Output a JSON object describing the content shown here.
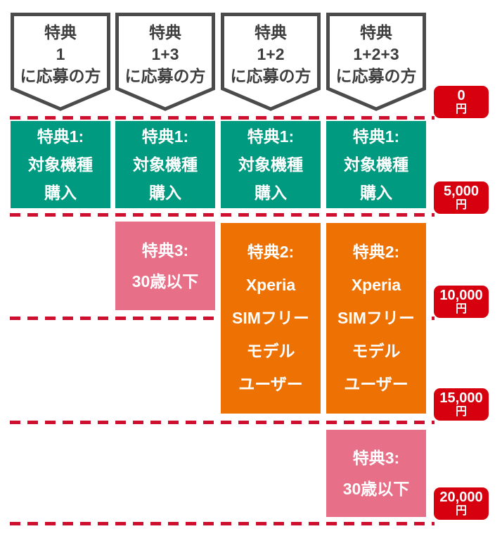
{
  "figure": {
    "banners": [
      {
        "text": "特典\n1\nに応募の方"
      },
      {
        "text": "特典\n1+3\nに応募の方"
      },
      {
        "text": "特典\n1+2\nに応募の方"
      },
      {
        "text": "特典\n1+2+3\nに応募の方"
      }
    ],
    "benefits": {
      "b1": {
        "label": "特典1:\n対象機種\n購入",
        "color": "#009a80"
      },
      "b2": {
        "label": "特典2:\nXperia\nSIMフリー\nモデル\nユーザー",
        "color": "#ed7203"
      },
      "b3": {
        "label": "特典3:\n30歳以下",
        "color": "#e76f88"
      }
    },
    "price_labels": [
      {
        "value": "0",
        "unit": "円"
      },
      {
        "value": "5,000",
        "unit": "円"
      },
      {
        "value": "10,000",
        "unit": "円"
      },
      {
        "value": "15,000",
        "unit": "円"
      },
      {
        "value": "20,000",
        "unit": "円"
      }
    ],
    "colors": {
      "benefit1_green": "#009a80",
      "benefit2_orange": "#ed7203",
      "benefit3_pink": "#e76f88",
      "price_badge_red": "#d7000f",
      "dashed_line_red": "#cf0f2e",
      "banner_border_gray": "#4b4b4b"
    }
  },
  "chart_data": {
    "type": "bar",
    "stacked": true,
    "orientation": "vertical",
    "value_axis_side": "right",
    "value_axis_direction": "down",
    "categories": [
      "特典1に応募の方",
      "特典1+3に応募の方",
      "特典1+2に応募の方",
      "特典1+2+3に応募の方"
    ],
    "series": [
      {
        "name": "特典1: 対象機種購入",
        "values": [
          5000,
          5000,
          5000,
          5000
        ],
        "color": "#009a80"
      },
      {
        "name": "特典2: Xperia SIMフリーモデルユーザー",
        "values": [
          0,
          0,
          10000,
          10000
        ],
        "color": "#ed7203"
      },
      {
        "name": "特典3: 30歳以下",
        "values": [
          0,
          5000,
          0,
          5000
        ],
        "color": "#e76f88"
      }
    ],
    "totals": [
      5000,
      10000,
      15000,
      20000
    ],
    "ylim": [
      0,
      20000
    ],
    "yticks": [
      0,
      5000,
      10000,
      15000,
      20000
    ],
    "ytick_labels": [
      "0円",
      "5,000円",
      "10,000円",
      "15,000円",
      "20,000円"
    ],
    "gridlines": "dashed red at each tick",
    "legend": "none",
    "title": ""
  }
}
